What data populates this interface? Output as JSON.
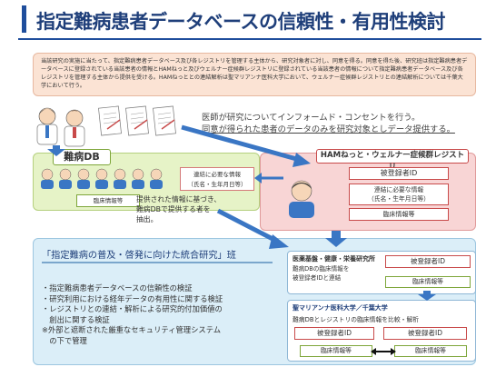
{
  "title": "指定難病患者データベースの信頼性・有用性検討",
  "intro": "当該研究の実施に当たって、指定難病患者データベース及び各レジストリを管理する主体から、研究対象者に対し、同意を得る。同意を得た後、研究班は指定難病患者データベースに登録されている当該患者の情報とHAMねっと及びウェルナー症候群レジストリに登録されている当該患者の情報について指定難病患者データベース及び各レジストリを管理する主体から提供を受ける。HAMねっととの連結解析は聖マリアンナ医科大学において、ウェルナー症候群レジストリとの連結解析については千葉大学において行う。",
  "consent": {
    "line1": "医師が研究についてインフォームド・コンセントを行う。",
    "line2": "同意が得られた患者のデータのみを研究対象としデータ提供する。"
  },
  "nanbyo": {
    "label": "難病DB",
    "clinical": "臨床情報等",
    "contact": "連結に必要な情報\n（氏名・生年月日等）",
    "provide": "提供された情報に基づき、\n難病DBで提供する者を\n抽出。"
  },
  "registry": {
    "label": "HAMねっと・ウェルナー症候群レジストリ",
    "reg_id": "被登録者ID",
    "contact": "連結に必要な情報\n（氏名・生年月日等）",
    "clinical": "臨床情報等"
  },
  "study": {
    "title": "「指定難病の普及・啓発に向けた統合研究」班",
    "bullets": [
      "・指定難病患者データベースの信頼性の検証",
      "・研究利用における経年データの有用性に関する検証",
      "・レジストリとの連結・解析による研究的付加価値の",
      "　創出に関する検証",
      "※外部と遮断された厳重なセキュリティ管理システム",
      "　の下で管理"
    ]
  },
  "nibiohn": {
    "title": "医薬基盤・健康・栄養研究所",
    "body": "難病DBの臨床情報を\n被登録者IDと連結",
    "reg_id": "被登録者ID",
    "clinical": "臨床情報等"
  },
  "stm": {
    "title": "聖マリアンナ医科大学／千葉大学",
    "body": "難病DBとレジストリの臨床情報を比較・解析",
    "reg_id_a": "被登録者ID",
    "reg_id_b": "被登録者ID",
    "clinical_a": "臨床情報等",
    "clinical_b": "臨床情報等"
  },
  "colors": {
    "accent": "#1f4e9c",
    "green_box": "#e6f3c7",
    "pink_box": "#f8d5d5",
    "blue_box": "#dbeef8",
    "arrow": "#3a76c4"
  }
}
